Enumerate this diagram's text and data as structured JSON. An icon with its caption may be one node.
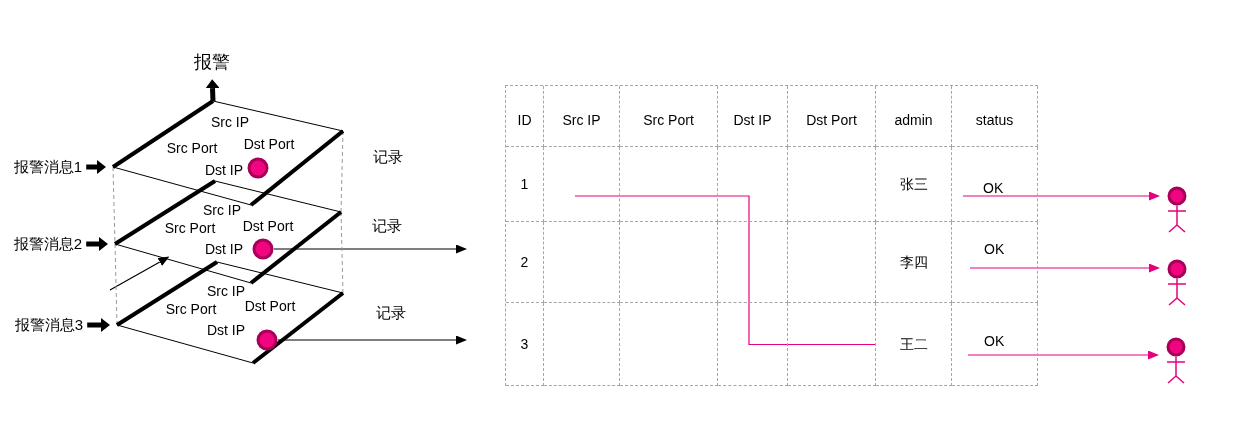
{
  "diagram": {
    "nodes": [
      {
        "text": [
          "报警"
        ]
      },
      {
        "text": [
          "报警消息1"
        ]
      },
      {
        "text": [
          "Src IP",
          "Src Port",
          "Dst Port",
          "Dst IP"
        ]
      },
      {
        "text": [],
        "shape": "circle",
        "in": 2
      },
      {
        "text": [
          "报警消息2"
        ]
      },
      {
        "text": [
          "Src IP",
          "Src Port",
          "Dst Port",
          "Dst IP"
        ]
      },
      {
        "text": [],
        "shape": "circle",
        "in": 5
      },
      {
        "text": [
          "报警消息3"
        ]
      },
      {
        "text": [
          "Src IP",
          "Src Port",
          "Dst Port",
          "Dst IP"
        ]
      },
      {
        "text": [],
        "shape": "circle",
        "in": 8
      },
      {
        "text": [
          "OK"
        ]
      },
      {
        "text": [],
        "shape": "person"
      },
      {
        "text": [
          "OK"
        ]
      },
      {
        "text": [],
        "shape": "person"
      },
      {
        "text": [
          "王二"
        ]
      },
      {
        "text": [
          "OK"
        ]
      },
      {
        "text": [],
        "shape": "person"
      }
    ],
    "edges": [
      {
        "from": 2,
        "to": 0,
        "arrow": "to",
        "style": "thick"
      },
      {
        "from": 1,
        "to": 2,
        "arrow": "to",
        "style": "thick"
      },
      {
        "from": 4,
        "to": 5,
        "arrow": "to",
        "style": "thick"
      },
      {
        "from": 7,
        "to": 8,
        "arrow": "to",
        "style": "thick"
      },
      {
        "from": null,
        "to": 5,
        "arrow": "to"
      },
      {
        "from": 6,
        "to": null,
        "arrow": "to",
        "label": "记录"
      },
      {
        "from": 9,
        "to": null,
        "arrow": "to",
        "label": "记录"
      },
      {
        "from": 2,
        "to": 5,
        "arrow": "none",
        "style": "dashed",
        "color": "#999999"
      },
      {
        "from": 5,
        "to": 8,
        "arrow": "none",
        "style": "dashed",
        "color": "#999999"
      },
      {
        "from": 2,
        "to": 5,
        "arrow": "none",
        "style": "dashed",
        "color": "#999999"
      },
      {
        "from": 5,
        "to": 8,
        "arrow": "none",
        "style": "dashed",
        "color": "#999999"
      },
      {
        "from": null,
        "to": 14,
        "arrow": "none",
        "color": "#e6007e"
      },
      {
        "from": 10,
        "to": 11,
        "arrow": "to",
        "color": "#e6007e"
      },
      {
        "from": 12,
        "to": 13,
        "arrow": "to",
        "color": "#e6007e"
      },
      {
        "from": 15,
        "to": 16,
        "arrow": "to",
        "color": "#e6007e"
      }
    ],
    "labels": [
      "记录",
      "ID",
      "Src IP",
      "Src Port",
      "Dst IP",
      "Dst Port",
      "admin",
      "status",
      "1",
      "张三",
      "2",
      "李四",
      "3"
    ]
  }
}
